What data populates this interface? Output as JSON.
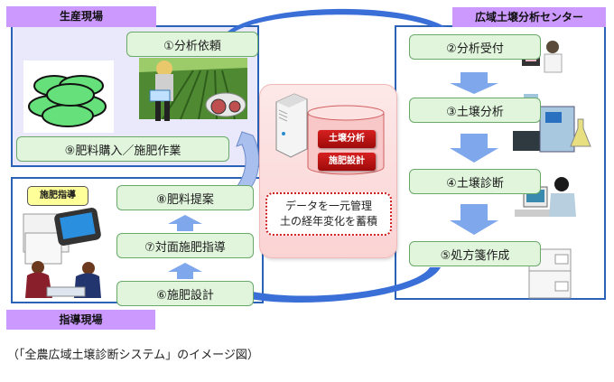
{
  "sections": {
    "production": "生産現場",
    "guidance": "指導現場",
    "center": "広域土壌分析センター"
  },
  "steps": {
    "s1": "①分析依頼",
    "s2": "②分析受付",
    "s3": "③土壌分析",
    "s4": "④土壌診断",
    "s5": "⑤処方箋作成",
    "s6": "⑥施肥設計",
    "s7": "⑦対面施肥指導",
    "s8": "⑧肥料提案",
    "s9": "⑨肥料購入／施肥作業"
  },
  "database": {
    "tags": [
      "土壌分析",
      "施肥設計"
    ],
    "note_line1": "データを一元管理",
    "note_line2": "土の経年変化を蓄積"
  },
  "speech_bubble": "施肥指導",
  "caption": "（「全農広域土壌診断システム」のイメージ図）",
  "colors": {
    "panel_border": "#2a62b8",
    "section_tag": "#cc99ff",
    "step_fill": "#e0f5dc",
    "step_border": "#6aa96a",
    "flow_arrow": "#7fa7ec",
    "db_tag": "#b81212"
  }
}
